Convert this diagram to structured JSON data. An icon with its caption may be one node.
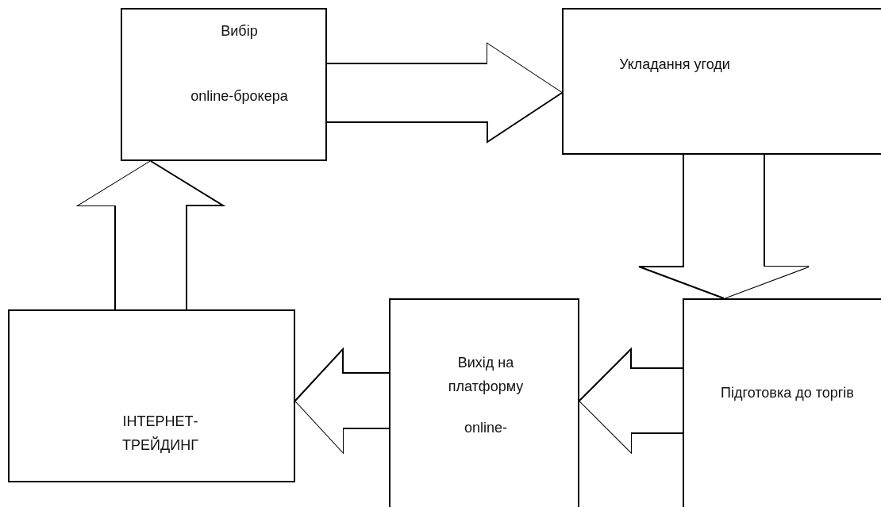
{
  "diagram": {
    "nodes": [
      {
        "text": [
          "Вибір",
          "online-брокера"
        ]
      },
      {
        "text": [
          "Укладання угоди"
        ]
      },
      {
        "text": [
          "Підготовка до торгів"
        ]
      },
      {
        "text": [
          "Вихід на платформу",
          "online-"
        ]
      },
      {
        "text": [
          "ІНТЕРНЕТ-ТРЕЙДИНГ"
        ]
      }
    ],
    "edges": [
      {
        "from": 0,
        "to": 1,
        "arrow": "to"
      },
      {
        "from": 1,
        "to": 2,
        "arrow": "to"
      },
      {
        "from": 2,
        "to": 3,
        "arrow": "to"
      },
      {
        "from": 3,
        "to": 4,
        "arrow": "to"
      },
      {
        "from": 4,
        "to": 0,
        "arrow": "to"
      }
    ]
  }
}
